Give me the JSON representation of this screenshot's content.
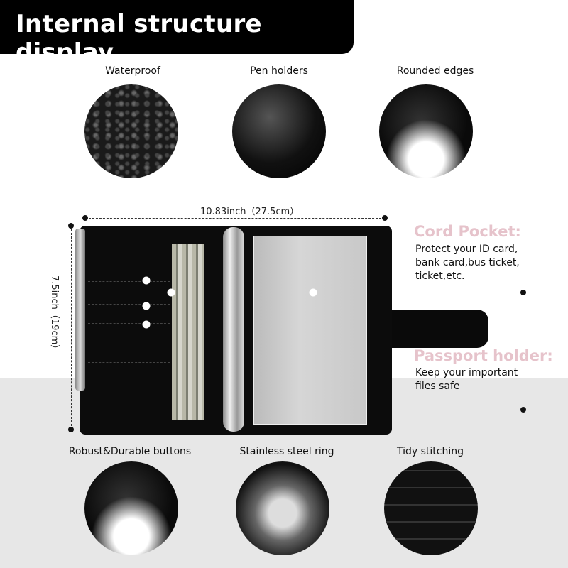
{
  "header": {
    "title": "Internal structure display"
  },
  "top_features": [
    {
      "label": "Waterproof"
    },
    {
      "label": "Pen holders"
    },
    {
      "label": "Rounded edges"
    }
  ],
  "bottom_features": [
    {
      "label": "Robust&Durable buttons"
    },
    {
      "label": "Stainless steel ring"
    },
    {
      "label": "Tidy stitching"
    }
  ],
  "dimensions": {
    "width": "10.83inch（27.5cm）",
    "height": "7.5inch（19cm）"
  },
  "callouts": [
    {
      "title": "Cord Pocket:",
      "lines": [
        "Protect your ID card,",
        "bank card,bus ticket,",
        "ticket,etc."
      ]
    },
    {
      "title": "Passport holder:",
      "lines": [
        "Keep your important",
        "files safe"
      ]
    }
  ],
  "colors": {
    "callout_title": "#e6c3cb",
    "header_bg": "#000000",
    "bottom_bg": "#e7e7e7"
  }
}
